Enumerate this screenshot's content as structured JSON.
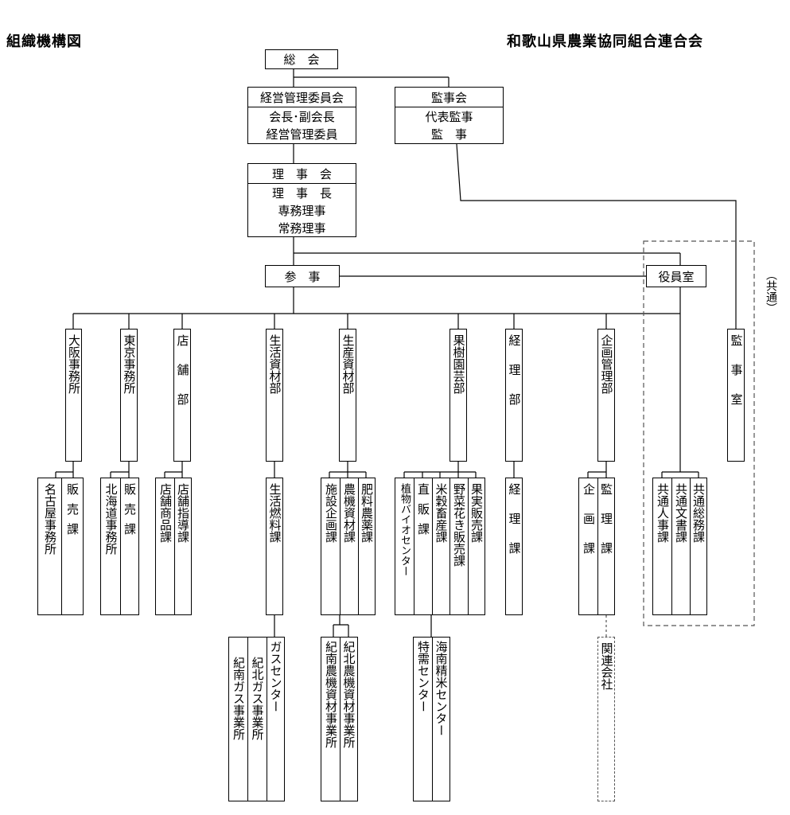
{
  "header": {
    "title": "組織機構図",
    "organization": "和歌山県農業協同組合連合会"
  },
  "top": {
    "general_meeting": "総　会",
    "management_committee": {
      "title": "経営管理委員会",
      "members": [
        "会長･副会長",
        "経営管理委員"
      ]
    },
    "audit_board": {
      "title": "監事会",
      "members": [
        "代表監事",
        "監　事"
      ]
    },
    "board": {
      "title": "理　事　会",
      "members": [
        "理　事　長",
        "専務理事",
        "常務理事"
      ]
    },
    "councilor": "参　事",
    "executive_office": "役員室",
    "common_label": "（共通）"
  },
  "departments": {
    "osaka": "大阪事務所",
    "tokyo": "東京事務所",
    "store": "店舗部",
    "living": "生活資材部",
    "production": "生産資材部",
    "fruit": "果樹園芸部",
    "accounting": "経理部",
    "planning": "企画管理部",
    "audit_office": "監事室"
  },
  "sections": {
    "osaka": [
      "販売課",
      "名古屋事務所"
    ],
    "tokyo": [
      "販売課",
      "北海道事務所"
    ],
    "store": [
      "店舗指導課",
      "店舗商品課"
    ],
    "living": [
      "生活燃料課"
    ],
    "production": [
      "肥料農薬課",
      "農機資材課",
      "施設企画課"
    ],
    "fruit": [
      "果実販売課",
      "野菜花き販売課",
      "米穀畜産課",
      "直販課",
      "植物バイオセンター"
    ],
    "accounting": [
      "経理課"
    ],
    "planning": [
      "監理課",
      "企画課"
    ],
    "executive": [
      "共通総務課",
      "共通文書課",
      "共通人事課"
    ]
  },
  "subsections": {
    "living": [
      "ガスセンター",
      "紀北ガス事業所",
      "紀南ガス事業所"
    ],
    "production": [
      "紀北農機資材事業所",
      "紀南農機資材事業所"
    ],
    "fruit": [
      "海南精米センター",
      "特需センター"
    ],
    "planning": [
      "関連会社"
    ]
  }
}
